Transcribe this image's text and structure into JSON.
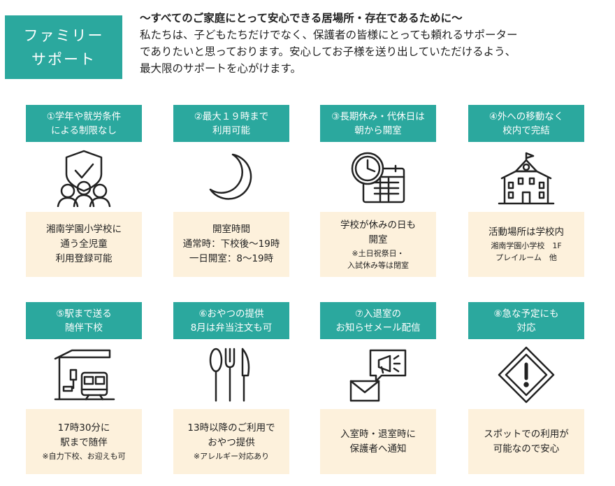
{
  "header": {
    "title_line1": "ファミリー",
    "title_line2": "サポート"
  },
  "intro": {
    "lead": "〜すべてのご家庭にとって安心できる居場所・存在であるために〜",
    "lines": [
      "私たちは、子どもたちだけでなく、保護者の皆様にとっても頼れるサポーター",
      "でありたいと思っております。安心してお子様を送り出していただけるよう、",
      "最大限のサポートを心がけます。"
    ]
  },
  "cards": [
    {
      "title": [
        "①学年や就労条件",
        "による制限なし"
      ],
      "icon": "shield-check-children-icon",
      "body": [
        "湘南学園小学校に",
        "通う全児童",
        "利用登録可能"
      ],
      "note": []
    },
    {
      "title": [
        "②最大１９時まで",
        "利用可能"
      ],
      "icon": "moon-icon",
      "body": [
        "開室時間",
        "通常時：下校後〜19時",
        "一日開室：8〜19時"
      ],
      "note": []
    },
    {
      "title": [
        "③長期休み・代休日は",
        "朝から開室"
      ],
      "icon": "clock-calendar-icon",
      "body": [
        "学校が休みの日も",
        "開室"
      ],
      "note": [
        "※土日祝祭日・",
        "入試休み等は閉室"
      ]
    },
    {
      "title": [
        "④外への移動なく",
        "校内で完結"
      ],
      "icon": "school-icon",
      "body": [
        "活動場所は学校内"
      ],
      "note": [
        "湘南学園小学校　1F",
        "プレイルーム　他"
      ]
    },
    {
      "title": [
        "⑤駅まで送る",
        "随伴下校"
      ],
      "icon": "train-station-icon",
      "body": [
        "17時30分に",
        "駅まで随伴"
      ],
      "note": [
        "※自力下校、お迎えも可"
      ]
    },
    {
      "title": [
        "⑥おやつの提供",
        "8月は弁当注文も可"
      ],
      "icon": "cutlery-icon",
      "body": [
        "13時以降のご利用で",
        "おやつ提供"
      ],
      "note": [
        "※アレルギー対応あり"
      ]
    },
    {
      "title": [
        "⑦入退室の",
        "お知らせメール配信"
      ],
      "icon": "megaphone-mail-icon",
      "body": [
        "入室時・退室時に",
        "保護者へ通知"
      ],
      "note": []
    },
    {
      "title": [
        "⑧急な予定にも",
        "対応"
      ],
      "icon": "warning-sign-icon",
      "body": [
        "スポットでの利用が",
        "可能なので安心"
      ],
      "note": []
    }
  ]
}
